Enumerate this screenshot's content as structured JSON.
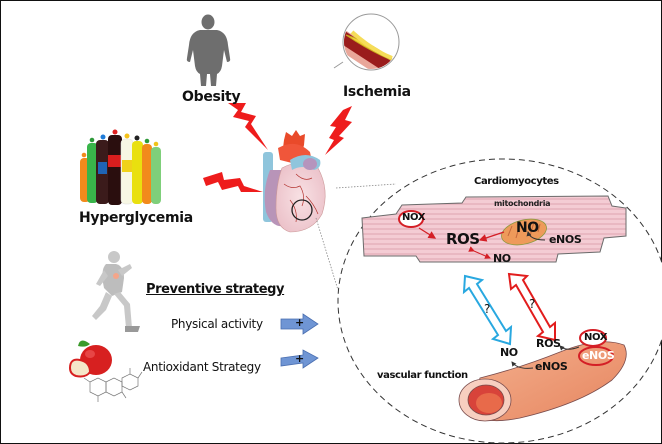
{
  "risk_factors": {
    "obesity": "Obesity",
    "ischemia": "Ischemia",
    "hyperglycemia": "Hyperglycemia"
  },
  "zoom_panel": {
    "cardiomyocytes_title": "Cardiomyocytes",
    "mitochondria_label": "mitochondria",
    "cardio_nox": "NOX",
    "cardio_ros": "ROS",
    "cardio_no_mito": "NO",
    "cardio_no_cyto": "NO",
    "cardio_enos": "eNOS",
    "crosstalk_blue_question": "?",
    "crosstalk_red_question": "?",
    "vascular_label": "vascular function",
    "vessel_nox": "NOX",
    "vessel_enos_circled": "eNOS",
    "vessel_ros": "ROS",
    "vessel_no": "NO",
    "vessel_enos": "eNOS"
  },
  "preventive": {
    "title": "Preventive strategy",
    "items": [
      {
        "label": "Physical activity",
        "effect": "+"
      },
      {
        "label": "Antioxidant Strategy",
        "effect": "+"
      }
    ]
  },
  "colors": {
    "bolt_red": "#ee1c1c",
    "circle_red": "#d41f26",
    "arrow_blue": "#29a8e0",
    "strategy_arrow": "#6f95d4",
    "muscle_pink": "#f2c6cf",
    "mito_orange": "#ee9a5a",
    "vessel_orange": "#ec9a74"
  }
}
